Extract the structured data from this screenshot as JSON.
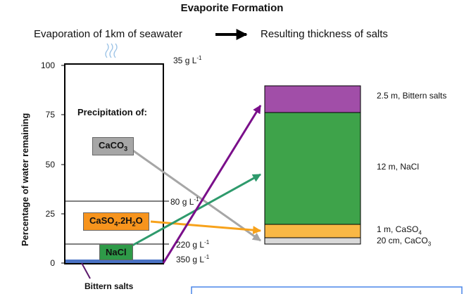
{
  "title": "Evaporite Formation",
  "header": {
    "left": "Evaporation of 1km of seawater",
    "right": "Resulting thickness of salts"
  },
  "y_axis": {
    "label": "Percentage of water remaining",
    "ticks": [
      "100",
      "75",
      "50",
      "25",
      "0"
    ]
  },
  "column": {
    "heading": "Precipitation of:",
    "concentrations": [
      {
        "value": "35",
        "unit": "g L",
        "exp": "-1"
      },
      {
        "value": "80",
        "unit": "g L",
        "exp": "-1"
      },
      {
        "value": "220",
        "unit": "g L",
        "exp": "-1"
      },
      {
        "value": "350",
        "unit": "g L",
        "exp": "-1"
      }
    ],
    "labels": {
      "caco3_main": "CaCO",
      "caco3_sub": "3",
      "caso4_main": "CaSO",
      "caso4_sub": "4",
      "caso4_mid": ".2H",
      "caso4_sub2": "2",
      "caso4_end": "O",
      "nacl": "NaCl",
      "bittern": "Bittern salts"
    }
  },
  "thickness": {
    "bittern": "2.5 m, Bittern salts",
    "nacl": "12 m, NaCl",
    "caso4_main": "1 m, CaSO",
    "caso4_sub": "4",
    "caco3_main": "20 cm, CaCO",
    "caco3_sub": "3"
  },
  "colors": {
    "bittern": "#a14ea8",
    "nacl": "#3ea34a",
    "caso4": "#f9b845",
    "caco3": "#d9d9d9",
    "caco3_box": "#a6a6a6",
    "caso4_box": "#f7941d",
    "nacl_box": "#2e9a48",
    "bittern_band": "#4a72c4",
    "arrow_caco3": "#a6a6a6",
    "arrow_caso4": "#f7a21b",
    "arrow_nacl": "#2e9a6c",
    "arrow_bittern": "#7a0f8a",
    "infobox_border": "#4a86e8"
  },
  "icons": [
    "evaporation-waves-icon",
    "right-arrow-icon"
  ]
}
